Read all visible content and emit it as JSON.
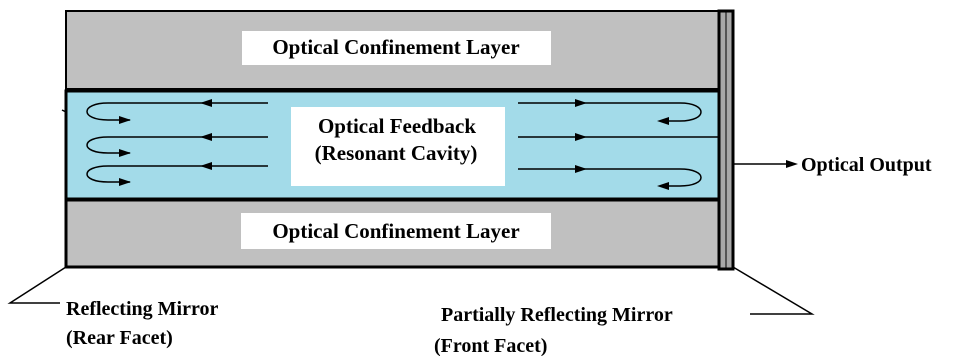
{
  "layers": {
    "top_label": "Optical Confinement Layer",
    "bottom_label": "Optical Confinement Layer",
    "active_label_line1": "Optical Feedback",
    "active_label_line2": "(Resonant Cavity)"
  },
  "output_label": "Optical Output",
  "rear_mirror": {
    "line1": "Reflecting Mirror",
    "line2": "(Rear Facet)"
  },
  "front_mirror": {
    "line1": "Partially Reflecting Mirror",
    "line2": "(Front Facet)"
  },
  "colors": {
    "confinement": "#c0c0c0",
    "active": "#a3dbe9",
    "outline": "#000000",
    "label_background": "#ffffff"
  }
}
